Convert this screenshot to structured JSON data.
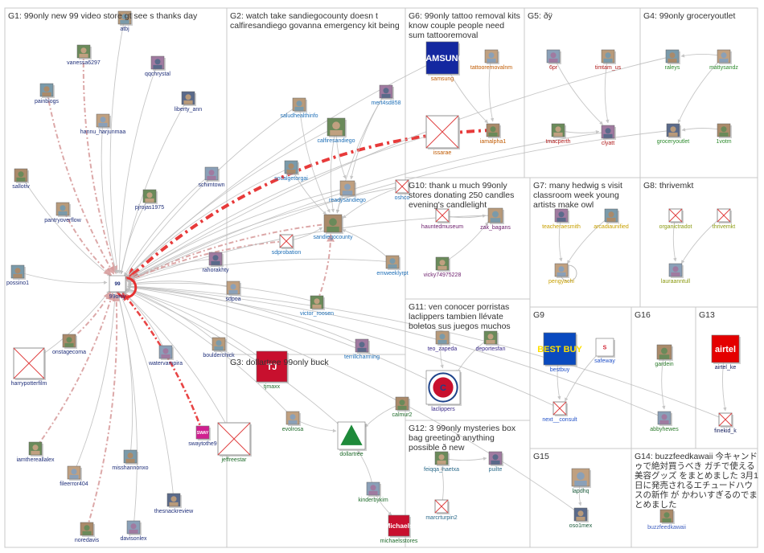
{
  "colors": {
    "g1": "#1f2f7a",
    "g2": "#1f70b8",
    "g3": "#1e6b2a",
    "g4": "#2c8a2c",
    "g5": "#b01a1a",
    "g6": "#c05a00",
    "g7": "#c8a000",
    "g8": "#8a9a10",
    "g9": "#2050c8",
    "g10": "#6a1a6a",
    "g11": "#3a2a8a",
    "g12": "#2a6a8a",
    "g13": "#101a5a",
    "g14": "#4060c0",
    "g15": "#1a5a3a",
    "g16": "#2a7a2a",
    "edge_gray": "#bdbdbd",
    "edge_red": "#e63030",
    "edge_pink": "#d79a9a"
  },
  "groups": [
    {
      "id": "g1",
      "title": "G1: 99only new 99 video store gt see s thanks day"
    },
    {
      "id": "g2",
      "title": "G2: watch take sandiegocounty doesn t calfiresandiego govanna emergency kit being"
    },
    {
      "id": "g6",
      "title": "G6: 99only tattoo removal kits know couple people need sum tattooremoval"
    },
    {
      "id": "g5",
      "title": "G5: ðÿ"
    },
    {
      "id": "g4",
      "title": "G4: 99only groceryoutlet"
    },
    {
      "id": "g10",
      "title": "G10: thank u much 99only stores donating 250 candles evening's candlelight"
    },
    {
      "id": "g7",
      "title": "G7: many hedwig s visit classroom week young artists make owl"
    },
    {
      "id": "g8",
      "title": "G8: thrivemkt"
    },
    {
      "id": "g11",
      "title": "G11: ven conocer porristas laclippers tambien llévate boletos sus juegos muchos"
    },
    {
      "id": "g9",
      "title": "G9"
    },
    {
      "id": "g16",
      "title": "G16"
    },
    {
      "id": "g13",
      "title": "G13"
    },
    {
      "id": "g3",
      "title": "G3: dollartree 99only buck"
    },
    {
      "id": "g12",
      "title": "G12: 3 99only mysteries box bag greetingð anything possible ð new"
    },
    {
      "id": "g15",
      "title": "G15"
    },
    {
      "id": "g14",
      "title": "G14: buzzfeedkawaii 今キャンドゥで絶対買うべき ガチで使える美容グッズ をまとめました 3月1日に発売されるエチュードハウスの新作 が かわいすぎるのでまとめました"
    }
  ],
  "nodes": [
    {
      "id": "99only",
      "label": "99only",
      "group": "g1",
      "icon": "99only-logo"
    },
    {
      "id": "atbj",
      "label": "atbj",
      "group": "g1",
      "icon": "avatar"
    },
    {
      "id": "vanessa6297",
      "label": "vanessa6297",
      "group": "g1",
      "icon": "avatar"
    },
    {
      "id": "qqchrystal",
      "label": "qqchrystal",
      "group": "g1",
      "icon": "avatar"
    },
    {
      "id": "painblogs",
      "label": "painblogs",
      "group": "g1",
      "icon": "avatar"
    },
    {
      "id": "hannu_harjunmaa",
      "label": "hannu_harjunmaa",
      "group": "g1",
      "icon": "avatar"
    },
    {
      "id": "liberty_ann",
      "label": "liberty_ann",
      "group": "g1",
      "icon": "avatar"
    },
    {
      "id": "sallotiv",
      "label": "sallotiv",
      "group": "g1",
      "icon": "avatar"
    },
    {
      "id": "schimtown",
      "label": "schimtown",
      "group": "g1",
      "icon": "avatar"
    },
    {
      "id": "pantryoverflow",
      "label": "pantryoverflow",
      "group": "g1",
      "icon": "avatar"
    },
    {
      "id": "pjrojas1975",
      "label": "pjrojas1975",
      "group": "g1",
      "icon": "avatar"
    },
    {
      "id": "rahorakhty",
      "label": "rahorakhty",
      "group": "g1",
      "icon": "avatar"
    },
    {
      "id": "possino1",
      "label": "possino1",
      "group": "g1",
      "icon": "avatar"
    },
    {
      "id": "sdpoa",
      "label": "sdpoa",
      "group": "g1",
      "icon": "avatar"
    },
    {
      "id": "harrypotterfilm",
      "label": "harrypotterfilm",
      "group": "g1",
      "icon": "missing-image"
    },
    {
      "id": "onstagecoma",
      "label": "onstagecoma",
      "group": "g1",
      "icon": "avatar"
    },
    {
      "id": "watervampira",
      "label": "watervampira",
      "group": "g1",
      "icon": "avatar"
    },
    {
      "id": "boulderchick",
      "label": "boulderchick",
      "group": "g1",
      "icon": "avatar"
    },
    {
      "id": "iamthereallalex",
      "label": "iamthereallalex",
      "group": "g1",
      "icon": "avatar"
    },
    {
      "id": "swaytothe9",
      "label": "swaytothe9",
      "group": "g1",
      "icon": "sway-logo"
    },
    {
      "id": "misshannonxo",
      "label": "misshannonxo",
      "group": "g1",
      "icon": "avatar"
    },
    {
      "id": "fileerror404",
      "label": "fileerror404",
      "group": "g1",
      "icon": "avatar"
    },
    {
      "id": "thesnackreview",
      "label": "thesnackreview",
      "group": "g1",
      "icon": "avatar"
    },
    {
      "id": "noredavis",
      "label": "noredavis",
      "group": "g1",
      "icon": "avatar"
    },
    {
      "id": "davisonlex",
      "label": "davisonlex",
      "group": "g1",
      "icon": "avatar"
    },
    {
      "id": "saludhealthinfo",
      "label": "saludhealthinfo",
      "group": "g2",
      "icon": "avatar"
    },
    {
      "id": "calfiresandiego",
      "label": "calfiresandiego",
      "group": "g2",
      "icon": "avatar"
    },
    {
      "id": "mert4sd858",
      "label": "mert4sd858",
      "group": "g2",
      "icon": "avatar"
    },
    {
      "id": "socalgetorgai",
      "label": "socalgetorgai",
      "group": "g2",
      "icon": "avatar"
    },
    {
      "id": "readysandiego",
      "label": "readysandiego",
      "group": "g2",
      "icon": "avatar"
    },
    {
      "id": "oshco",
      "label": "oshco",
      "group": "g2",
      "icon": "missing-image"
    },
    {
      "id": "sandiegocounty",
      "label": "sandiegocounty",
      "group": "g2",
      "icon": "avatar"
    },
    {
      "id": "sdprobation",
      "label": "sdprobation",
      "group": "g2",
      "icon": "missing-image"
    },
    {
      "id": "emweeklyrpt",
      "label": "emweeklyrpt",
      "group": "g2",
      "icon": "avatar"
    },
    {
      "id": "victor_roosen",
      "label": "victor_roosen",
      "group": "g2",
      "icon": "avatar"
    },
    {
      "id": "terrillcharming",
      "label": "terrillcharming",
      "group": "g2",
      "icon": "avatar"
    },
    {
      "id": "samsung",
      "label": "samsung",
      "group": "g6",
      "icon": "samsung-logo"
    },
    {
      "id": "tattooremovalnm",
      "label": "tattooremovalnm",
      "group": "g6",
      "icon": "avatar"
    },
    {
      "id": "issarae",
      "label": "issarae",
      "group": "g6",
      "icon": "missing-image"
    },
    {
      "id": "iamalpha1",
      "label": "iamalpha1",
      "group": "g6",
      "icon": "avatar"
    },
    {
      "id": "6pr",
      "label": "6pr",
      "group": "g5",
      "icon": "avatar"
    },
    {
      "id": "timtam_us",
      "label": "timtam_us",
      "group": "g5",
      "icon": "avatar"
    },
    {
      "id": "tmacperth",
      "label": "tmacperth",
      "group": "g5",
      "icon": "avatar"
    },
    {
      "id": "clyatt",
      "label": "clyatt",
      "group": "g5",
      "icon": "avatar"
    },
    {
      "id": "raleys",
      "label": "raleys",
      "group": "g4",
      "icon": "avatar"
    },
    {
      "id": "mattysandz",
      "label": "mattysandz",
      "group": "g4",
      "icon": "avatar"
    },
    {
      "id": "groceryoutlet",
      "label": "groceryoutlet",
      "group": "g4",
      "icon": "avatar"
    },
    {
      "id": "1votm",
      "label": "1votm",
      "group": "g4",
      "icon": "avatar"
    },
    {
      "id": "hauntedmuseum",
      "label": "hauntedmuseum",
      "group": "g10",
      "icon": "missing-image"
    },
    {
      "id": "zak_bagans",
      "label": "zak_bagans",
      "group": "g10",
      "icon": "avatar"
    },
    {
      "id": "vicky74975228",
      "label": "vicky74975228",
      "group": "g10",
      "icon": "avatar"
    },
    {
      "id": "teacheraesmith",
      "label": "teacheraesmith",
      "group": "g7",
      "icon": "avatar"
    },
    {
      "id": "arcadiaunified",
      "label": "arcadiaunified",
      "group": "g7",
      "icon": "avatar"
    },
    {
      "id": "pengyachi",
      "label": "pengyachi",
      "group": "g7",
      "icon": "avatar"
    },
    {
      "id": "organictradot",
      "label": "organictradot",
      "group": "g8",
      "icon": "missing-image"
    },
    {
      "id": "thrivemkt",
      "label": "thrivemkt",
      "group": "g8",
      "icon": "missing-image"
    },
    {
      "id": "lauraanntull",
      "label": "lauraanntull",
      "group": "g8",
      "icon": "avatar"
    },
    {
      "id": "teo_zapeda",
      "label": "teo_zapeda",
      "group": "g11",
      "icon": "avatar"
    },
    {
      "id": "deportesfan",
      "label": "deportesfan",
      "group": "g11",
      "icon": "avatar"
    },
    {
      "id": "laclippers",
      "label": "laclippers",
      "group": "g11",
      "icon": "clippers-logo"
    },
    {
      "id": "bestbuy",
      "label": "bestbuy",
      "group": "g9",
      "icon": "bestbuy-logo"
    },
    {
      "id": "safeway",
      "label": "safeway",
      "group": "g9",
      "icon": "safeway-logo"
    },
    {
      "id": "next__consult",
      "label": "next__consult",
      "group": "g9",
      "icon": "missing-image"
    },
    {
      "id": "gardein",
      "label": "gardein",
      "group": "g16",
      "icon": "avatar"
    },
    {
      "id": "abbyhewes",
      "label": "abbyhewes",
      "group": "g16",
      "icon": "avatar"
    },
    {
      "id": "airtel_ke",
      "label": "airtel_ke",
      "group": "g13",
      "icon": "airtel-logo"
    },
    {
      "id": "finekid_k",
      "label": "finekid_k",
      "group": "g13",
      "icon": "missing-image"
    },
    {
      "id": "tjmaxx",
      "label": "tjmaxx",
      "group": "g3",
      "icon": "tjmaxx-logo"
    },
    {
      "id": "jeffreestar",
      "label": "jeffreestar",
      "group": "g3",
      "icon": "missing-image"
    },
    {
      "id": "evolrosa",
      "label": "evolrosa",
      "group": "g3",
      "icon": "avatar"
    },
    {
      "id": "dollartree",
      "label": "dollartree",
      "group": "g3",
      "icon": "dollartree-logo"
    },
    {
      "id": "calmur2",
      "label": "calmur2",
      "group": "g3",
      "icon": "avatar"
    },
    {
      "id": "kinderbykim",
      "label": "kinderbykim",
      "group": "g3",
      "icon": "avatar"
    },
    {
      "id": "michaelsstores",
      "label": "michaelsstores",
      "group": "g3",
      "icon": "michaels-logo"
    },
    {
      "id": "feiqqa_haetxa",
      "label": "feiqqa_haetxa",
      "group": "g12",
      "icon": "avatar"
    },
    {
      "id": "puilte",
      "label": "puilte",
      "group": "g12",
      "icon": "avatar"
    },
    {
      "id": "marcrturpin2",
      "label": "marcrturpin2",
      "group": "g12",
      "icon": "missing-image"
    },
    {
      "id": "lapdhq",
      "label": "lapdhq",
      "group": "g15",
      "icon": "avatar"
    },
    {
      "id": "oso1mex",
      "label": "oso1mex",
      "group": "g15",
      "icon": "avatar"
    },
    {
      "id": "buzzfeedkawaii",
      "label": "buzzfeedkawaii",
      "group": "g14",
      "icon": "avatar"
    }
  ],
  "edges": [
    {
      "from": "atbj",
      "to": "99only",
      "style": "gray"
    },
    {
      "from": "vanessa6297",
      "to": "99only",
      "style": "pink"
    },
    {
      "from": "qqchrystal",
      "to": "99only",
      "style": "gray"
    },
    {
      "from": "painblogs",
      "to": "99only",
      "style": "pink"
    },
    {
      "from": "hannu_harjunmaa",
      "to": "99only",
      "style": "gray"
    },
    {
      "from": "liberty_ann",
      "to": "99only",
      "style": "gray"
    },
    {
      "from": "sallotiv",
      "to": "99only",
      "style": "gray"
    },
    {
      "from": "schimtown",
      "to": "99only",
      "style": "gray"
    },
    {
      "from": "pantryoverflow",
      "to": "99only",
      "style": "pink"
    },
    {
      "from": "pjrojas1975",
      "to": "99only",
      "style": "gray"
    },
    {
      "from": "rahorakhty",
      "to": "99only",
      "style": "gray"
    },
    {
      "from": "possino1",
      "to": "99only",
      "style": "gray"
    },
    {
      "from": "sdpoa",
      "to": "99only",
      "style": "gray"
    },
    {
      "from": "harrypotterfilm",
      "to": "99only",
      "style": "gray"
    },
    {
      "from": "onstagecoma",
      "to": "99only",
      "style": "pink"
    },
    {
      "from": "watervampira",
      "to": "99only",
      "style": "gray"
    },
    {
      "from": "boulderchick",
      "to": "99only",
      "style": "gray"
    },
    {
      "from": "iamthereallalex",
      "to": "99only",
      "style": "pink"
    },
    {
      "from": "swaytothe9",
      "to": "99only",
      "style": "red"
    },
    {
      "from": "misshannonxo",
      "to": "99only",
      "style": "gray"
    },
    {
      "from": "fileerror404",
      "to": "99only",
      "style": "gray"
    },
    {
      "from": "thesnackreview",
      "to": "99only",
      "style": "gray"
    },
    {
      "from": "noredavis",
      "to": "99only",
      "style": "pink"
    },
    {
      "from": "davisonlex",
      "to": "99only",
      "style": "gray"
    },
    {
      "from": "iamalpha1",
      "to": "99only",
      "style": "red-bold"
    },
    {
      "from": "issarae",
      "to": "99only",
      "style": "gray"
    },
    {
      "from": "samsung",
      "to": "99only",
      "style": "gray"
    },
    {
      "from": "sandiegocounty",
      "to": "99only",
      "style": "pink"
    },
    {
      "from": "readysandiego",
      "to": "99only",
      "style": "gray"
    },
    {
      "from": "calfiresandiego",
      "to": "99only",
      "style": "gray"
    },
    {
      "from": "saludhealthinfo",
      "to": "99only",
      "style": "gray"
    },
    {
      "from": "socalgetorgai",
      "to": "99only",
      "style": "gray"
    },
    {
      "from": "sdprobation",
      "to": "99only",
      "style": "pink"
    },
    {
      "from": "victor_roosen",
      "to": "99only",
      "style": "gray"
    },
    {
      "from": "emweeklyrpt",
      "to": "99only",
      "style": "gray"
    },
    {
      "from": "oshco",
      "to": "99only",
      "style": "gray"
    },
    {
      "from": "raleys",
      "to": "99only",
      "style": "gray"
    },
    {
      "from": "groceryoutlet",
      "to": "99only",
      "style": "gray"
    },
    {
      "from": "clyatt",
      "to": "99only",
      "style": "gray"
    },
    {
      "from": "zak_bagans",
      "to": "99only",
      "style": "gray"
    },
    {
      "from": "tjmaxx",
      "to": "99only",
      "style": "gray"
    },
    {
      "from": "jeffreestar",
      "to": "99only",
      "style": "gray"
    },
    {
      "from": "evolrosa",
      "to": "99only",
      "style": "gray"
    },
    {
      "from": "dollartree",
      "to": "99only",
      "style": "gray"
    },
    {
      "from": "laclippers",
      "to": "99only",
      "style": "gray"
    },
    {
      "from": "terrillcharming",
      "to": "99only",
      "style": "gray"
    },
    {
      "from": "next__consult",
      "to": "99only",
      "style": "gray"
    },
    {
      "from": "abbyhewes",
      "to": "99only",
      "style": "gray"
    },
    {
      "from": "finekid_k",
      "to": "99only",
      "style": "gray"
    },
    {
      "from": "oso1mex",
      "to": "99only",
      "style": "gray"
    },
    {
      "from": "calfiresandiego",
      "to": "sandiegocounty",
      "style": "gray"
    },
    {
      "from": "mert4sd858",
      "to": "sandiegocounty",
      "style": "gray"
    },
    {
      "from": "readysandiego",
      "to": "sandiegocounty",
      "style": "gray"
    },
    {
      "from": "saludhealthinfo",
      "to": "sandiegocounty",
      "style": "gray"
    },
    {
      "from": "socalgetorgai",
      "to": "sandiegocounty",
      "style": "gray"
    },
    {
      "from": "sdprobation",
      "to": "sandiegocounty",
      "style": "gray"
    },
    {
      "from": "emweeklyrpt",
      "to": "sandiegocounty",
      "style": "gray"
    },
    {
      "from": "victor_roosen",
      "to": "sandiegocounty",
      "style": "pink"
    },
    {
      "from": "oshco",
      "to": "sandiegocounty",
      "style": "gray"
    },
    {
      "from": "calfiresandiego",
      "to": "readysandiego",
      "style": "gray"
    },
    {
      "from": "mert4sd858",
      "to": "readysandiego",
      "style": "gray"
    },
    {
      "from": "tattooremovalnm",
      "to": "iamalpha1",
      "style": "gray"
    },
    {
      "from": "samsung",
      "to": "iamalpha1",
      "style": "gray"
    },
    {
      "from": "tmacperth",
      "to": "clyatt",
      "style": "gray"
    },
    {
      "from": "timtam_us",
      "to": "clyatt",
      "style": "gray"
    },
    {
      "from": "6pr",
      "to": "clyatt",
      "style": "gray"
    },
    {
      "from": "mattysandz",
      "to": "groceryoutlet",
      "style": "gray"
    },
    {
      "from": "1votm",
      "to": "groceryoutlet",
      "style": "gray"
    },
    {
      "from": "mattysandz",
      "to": "raleys",
      "style": "gray"
    },
    {
      "from": "hauntedmuseum",
      "to": "zak_bagans",
      "style": "gray"
    },
    {
      "from": "vicky74975228",
      "to": "zak_bagans",
      "style": "gray"
    },
    {
      "from": "teacheraesmith",
      "to": "pengyachi",
      "style": "gray"
    },
    {
      "from": "arcadiaunified",
      "to": "pengyachi",
      "style": "gray"
    },
    {
      "from": "organictradot",
      "to": "lauraanntull",
      "style": "gray"
    },
    {
      "from": "thrivemkt",
      "to": "lauraanntull",
      "style": "gray"
    },
    {
      "from": "teo_zapeda",
      "to": "laclippers",
      "style": "gray"
    },
    {
      "from": "deportesfan",
      "to": "laclippers",
      "style": "gray"
    },
    {
      "from": "bestbuy",
      "to": "next__consult",
      "style": "gray"
    },
    {
      "from": "safeway",
      "to": "next__consult",
      "style": "gray"
    },
    {
      "from": "gardein",
      "to": "abbyhewes",
      "style": "gray"
    },
    {
      "from": "airtel_ke",
      "to": "finekid_k",
      "style": "gray"
    },
    {
      "from": "evolrosa",
      "to": "dollartree",
      "style": "gray"
    },
    {
      "from": "kinderbykim",
      "to": "dollartree",
      "style": "gray"
    },
    {
      "from": "calmur2",
      "to": "dollartree",
      "style": "gray"
    },
    {
      "from": "kinderbykim",
      "to": "michaelsstores",
      "style": "gray"
    },
    {
      "from": "feiqqa_haetxa",
      "to": "puilte",
      "style": "gray"
    },
    {
      "from": "marcrturpin2",
      "to": "feiqqa_haetxa",
      "style": "gray"
    },
    {
      "from": "lapdhq",
      "to": "oso1mex",
      "style": "gray"
    }
  ]
}
